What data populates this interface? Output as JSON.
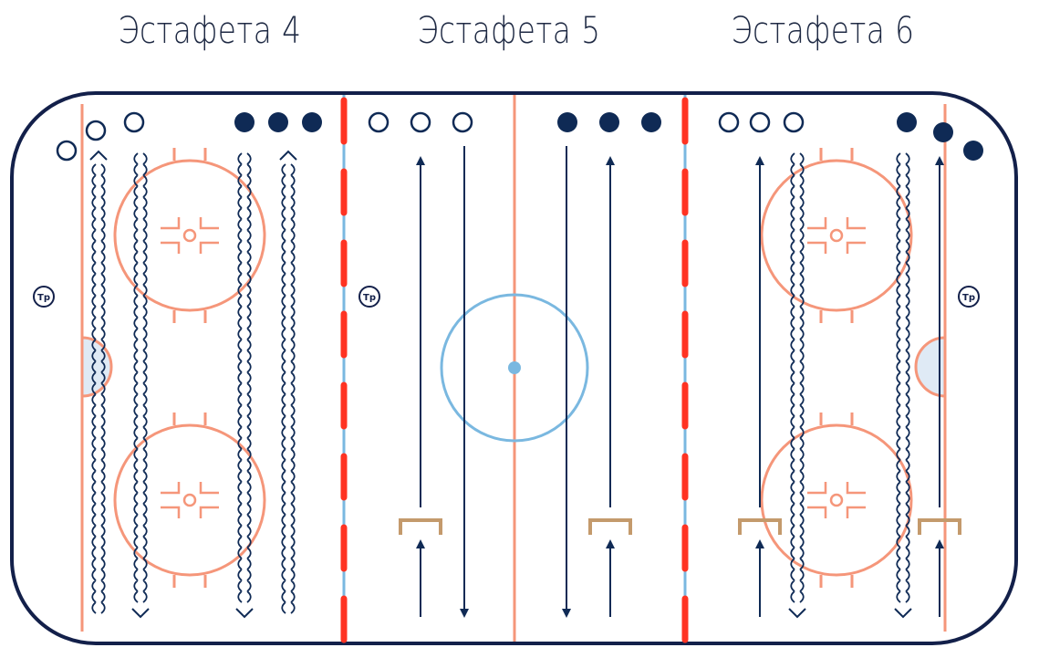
{
  "titles": {
    "relay4": "Эстафета 4",
    "relay5": "Эстафета 5",
    "relay6": "Эстафета 6"
  },
  "labels": {
    "coach": "Тр"
  },
  "colors": {
    "navy": "#0f2a55",
    "boards": "#13204a",
    "red_line": "#ff3322",
    "blue_line": "#7ab8e0",
    "circle_orange": "#f5967a",
    "crease_fill": "#dfeaf5",
    "barrier": "#c49a6c"
  }
}
